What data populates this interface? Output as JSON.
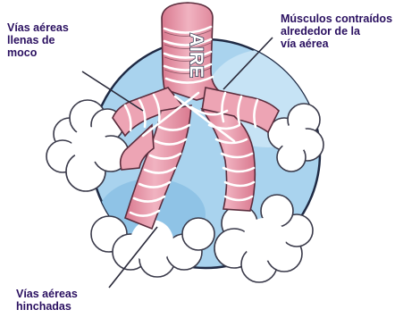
{
  "labels": {
    "mucus_airways": [
      "Vías aéreas",
      "llenas de",
      "moco"
    ],
    "contracted_muscles": [
      "Músculos contraídos",
      "alrededor de la",
      "vía aérea"
    ],
    "swollen_airways": [
      "Vías aéreas",
      "hinchadas"
    ]
  },
  "air_label": "AIRE",
  "colors": {
    "circle_bg": "#a9d3ee",
    "circle_rim": "#1f2a44",
    "airway_fill": "#eda4b4",
    "airway_shade": "#d9798f",
    "airway_stroke": "#5a2c3c",
    "muscle_band": "#ffffff",
    "mucus_fill": "#ffffff",
    "text": "#2a1060"
  },
  "icons": [
    "lungs-cross-section-illustration"
  ]
}
